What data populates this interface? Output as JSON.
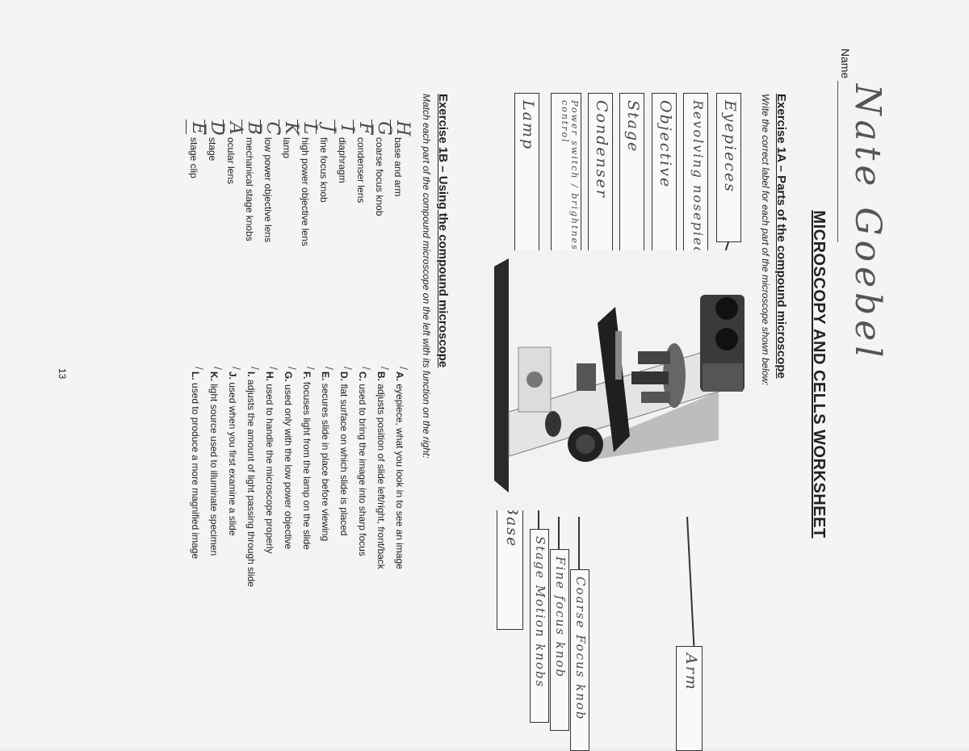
{
  "header": {
    "name_label": "Name",
    "name_value": "Nate Goebel",
    "title": "MICROSCOPY AND CELLS WORKSHEET"
  },
  "exercise_1a": {
    "heading": "Exercise 1A – Parts of the compound microscope",
    "instruction": "Write the correct label for each part of the microscope shown below:",
    "labels_left": [
      "Eyepieces",
      "Revolving nosepiece",
      "Objective",
      "Stage",
      "Condenser",
      "Power switch / brightness control",
      "Lamp"
    ],
    "labels_right": [
      "Arm",
      "Coarse Focus knob",
      "Fine focus knob",
      "Stage Motion knobs",
      "Base"
    ]
  },
  "exercise_1b": {
    "heading": "Exercise 1B – Using the compound microscope",
    "instruction": "Match each part of the compound microscope on the left with its function on the right:",
    "parts": [
      {
        "answer": "H",
        "label": "base and arm"
      },
      {
        "answer": "G",
        "label": "coarse focus knob"
      },
      {
        "answer": "F",
        "label": "condenser lens"
      },
      {
        "answer": "I",
        "label": "diaphragm"
      },
      {
        "answer": "J",
        "label": "fine focus knob"
      },
      {
        "answer": "L",
        "label": "high power objective lens"
      },
      {
        "answer": "K",
        "label": "lamp"
      },
      {
        "answer": "C",
        "label": "low power objective lens"
      },
      {
        "answer": "B",
        "label": "mechanical stage knobs"
      },
      {
        "answer": "A",
        "label": "ocular lens"
      },
      {
        "answer": "D",
        "label": "stage"
      },
      {
        "answer": "E",
        "label": "stage clip"
      }
    ],
    "functions": [
      {
        "letter": "A.",
        "text": "eyepiece, what you look in to see an image"
      },
      {
        "letter": "B.",
        "text": "adjusts position of slide left/right, front/back"
      },
      {
        "letter": "C.",
        "text": "used to bring the image into sharp focus"
      },
      {
        "letter": "D.",
        "text": "flat surface on which slide is placed"
      },
      {
        "letter": "E.",
        "text": "secures slide in place before viewing"
      },
      {
        "letter": "F.",
        "text": "focuses light from the lamp on the slide"
      },
      {
        "letter": "G.",
        "text": "used only with the low power objective"
      },
      {
        "letter": "H.",
        "text": "used to handle the microscope properly"
      },
      {
        "letter": "I.",
        "text": "adjusts the amount of light passing through slide"
      },
      {
        "letter": "J.",
        "text": "used when you first examine a slide"
      },
      {
        "letter": "K.",
        "text": "light source used to illuminate specimen"
      },
      {
        "letter": "L.",
        "text": "used to produce a more magnified image"
      }
    ]
  },
  "page_number": "13",
  "colors": {
    "paper": "#f4f4f4",
    "ink": "#222222",
    "handwriting": "#4a4a4a"
  }
}
